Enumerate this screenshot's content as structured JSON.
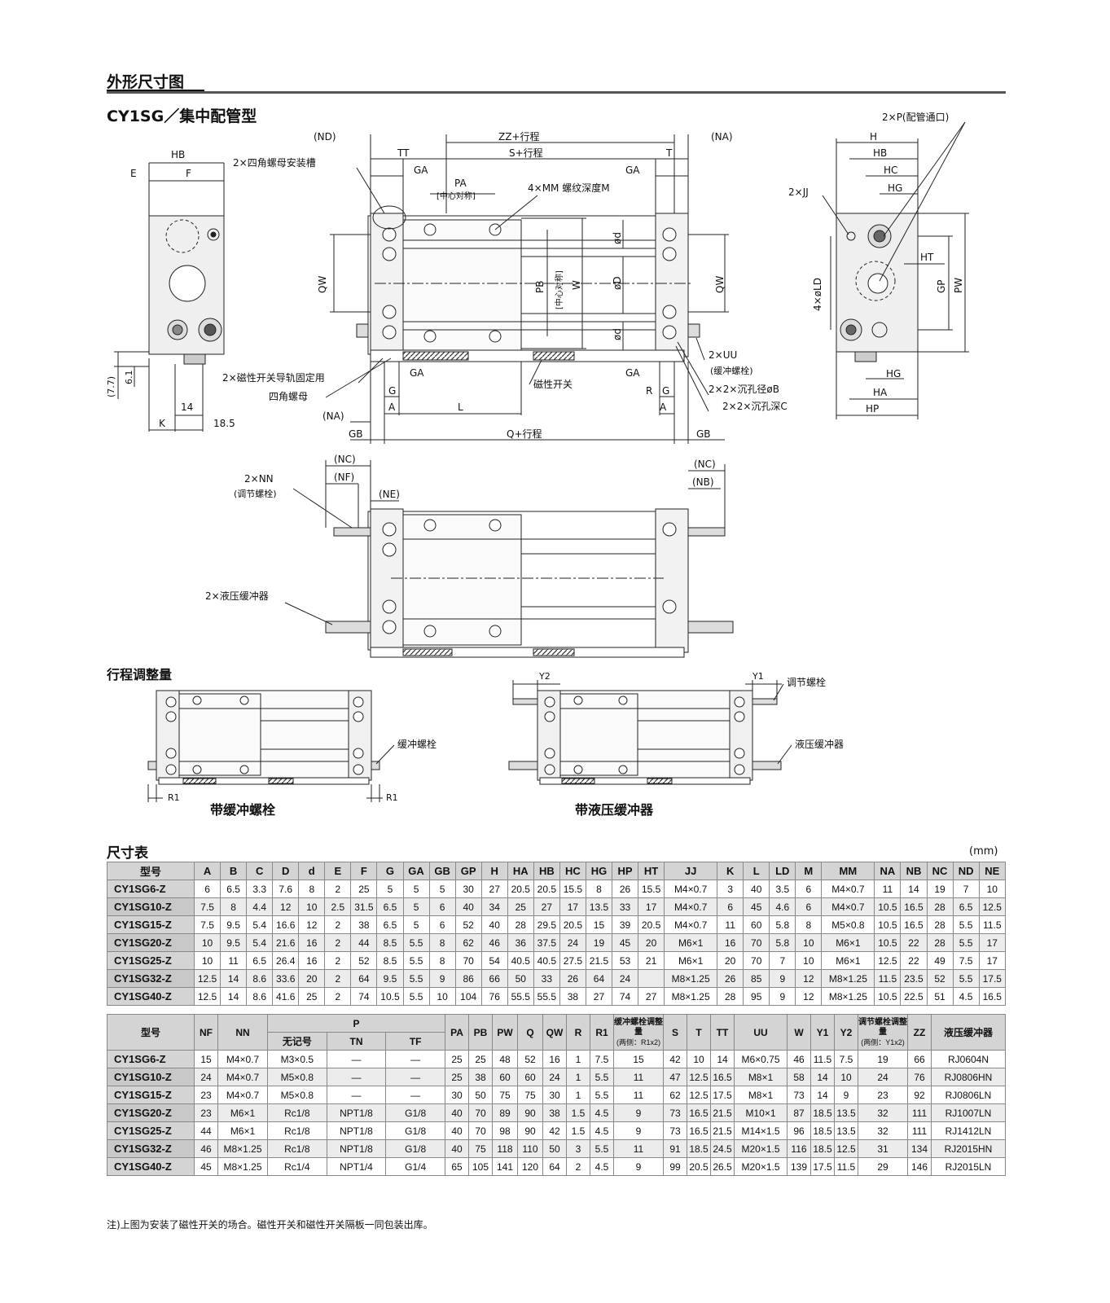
{
  "section_title": "外形尺寸图",
  "sub_title": "CY1SG／集中配管型",
  "drawing_labels": {
    "nd": "(ND)",
    "zz": "ZZ+行程",
    "na": "(NA)",
    "tt": "TT",
    "s": "S+行程",
    "t": "T",
    "ga": "GA",
    "pa": "PA",
    "pa_note": "[中心对称]",
    "mm": "4×MM 螺纹深度M",
    "hb": "HB",
    "e": "E",
    "f": "F",
    "nut_slot": "2×四角螺母安装槽",
    "qw": "QW",
    "pb": "PB",
    "pb_note": "[中心对称]",
    "w": "W",
    "od": "ød",
    "oD": "øD",
    "switch_rail": "2×磁性开关导轨固定用",
    "square_nut": "四角螺母",
    "mag_switch": "磁性开关",
    "g": "G",
    "a": "A",
    "l": "L",
    "r": "R",
    "gb": "GB",
    "q": "Q+行程",
    "uu": "2×UU",
    "uu_note": "(缓冲螺栓)",
    "ob": "2×2×沉孔径øB",
    "c": "2×2×沉孔深C",
    "h77": "(7.7)",
    "h61": "6.1",
    "d14": "14",
    "k": "K",
    "d185": "18.5",
    "p": "2×P(配管通口)",
    "h": "H",
    "hc": "HC",
    "hg": "HG",
    "jj": "2×JJ",
    "ht": "HT",
    "ld": "4×øLD",
    "gp": "GP",
    "pw": "PW",
    "ha": "HA",
    "hp": "HP",
    "nc": "(NC)",
    "nf": "(NF)",
    "ne": "(NE)",
    "nb": "(NB)",
    "nn": "2×NN",
    "nn_note": "(调节螺栓)",
    "absorber": "2×液压缓冲器",
    "y2": "Y2",
    "y1": "Y1",
    "adj_bolt": "调节螺栓",
    "cushion_bolt": "缓冲螺栓",
    "hyd_absorber": "液压缓冲器",
    "r1": "R1"
  },
  "stroke_title": "行程调整量",
  "caption_left": "带缓冲螺栓",
  "caption_right": "带液压缓冲器",
  "table_title": "尺寸表",
  "unit": "(mm)",
  "table1": {
    "headers": [
      "型号",
      "A",
      "B",
      "C",
      "D",
      "d",
      "E",
      "F",
      "G",
      "GA",
      "GB",
      "GP",
      "H",
      "HA",
      "HB",
      "HC",
      "HG",
      "HP",
      "HT",
      "JJ",
      "K",
      "L",
      "LD",
      "M",
      "MM",
      "NA",
      "NB",
      "NC",
      "ND",
      "NE"
    ],
    "rows": [
      [
        "CY1SG6-Z",
        "6",
        "6.5",
        "3.3",
        "7.6",
        "8",
        "2",
        "25",
        "5",
        "5",
        "5",
        "30",
        "27",
        "20.5",
        "20.5",
        "15.5",
        "8",
        "26",
        "15.5",
        "M4×0.7",
        "3",
        "40",
        "3.5",
        "6",
        "M4×0.7",
        "11",
        "14",
        "19",
        "7",
        "10"
      ],
      [
        "CY1SG10-Z",
        "7.5",
        "8",
        "4.4",
        "12",
        "10",
        "2.5",
        "31.5",
        "6.5",
        "5",
        "6",
        "40",
        "34",
        "25",
        "27",
        "17",
        "13.5",
        "33",
        "17",
        "M4×0.7",
        "6",
        "45",
        "4.6",
        "6",
        "M4×0.7",
        "10.5",
        "16.5",
        "28",
        "6.5",
        "12.5"
      ],
      [
        "CY1SG15-Z",
        "7.5",
        "9.5",
        "5.4",
        "16.6",
        "12",
        "2",
        "38",
        "6.5",
        "5",
        "6",
        "52",
        "40",
        "28",
        "29.5",
        "20.5",
        "15",
        "39",
        "20.5",
        "M4×0.7",
        "11",
        "60",
        "5.8",
        "8",
        "M5×0.8",
        "10.5",
        "16.5",
        "28",
        "5.5",
        "11.5"
      ],
      [
        "CY1SG20-Z",
        "10",
        "9.5",
        "5.4",
        "21.6",
        "16",
        "2",
        "44",
        "8.5",
        "5.5",
        "8",
        "62",
        "46",
        "36",
        "37.5",
        "24",
        "19",
        "45",
        "20",
        "M6×1",
        "16",
        "70",
        "5.8",
        "10",
        "M6×1",
        "10.5",
        "22",
        "28",
        "5.5",
        "17"
      ],
      [
        "CY1SG25-Z",
        "10",
        "11",
        "6.5",
        "26.4",
        "16",
        "2",
        "52",
        "8.5",
        "5.5",
        "8",
        "70",
        "54",
        "40.5",
        "40.5",
        "27.5",
        "21.5",
        "53",
        "21",
        "M6×1",
        "20",
        "70",
        "7",
        "10",
        "M6×1",
        "12.5",
        "22",
        "49",
        "7.5",
        "17"
      ],
      [
        "CY1SG32-Z",
        "12.5",
        "14",
        "8.6",
        "33.6",
        "20",
        "2",
        "64",
        "9.5",
        "5.5",
        "9",
        "86",
        "66",
        "50",
        "33",
        "26",
        "64",
        "24",
        "",
        "M8×1.25",
        "26",
        "85",
        "9",
        "12",
        "M8×1.25",
        "11.5",
        "23.5",
        "52",
        "5.5",
        "17.5"
      ],
      [
        "CY1SG40-Z",
        "12.5",
        "14",
        "8.6",
        "41.6",
        "25",
        "2",
        "74",
        "10.5",
        "5.5",
        "10",
        "104",
        "76",
        "55.5",
        "55.5",
        "38",
        "27",
        "74",
        "27",
        "M8×1.25",
        "28",
        "95",
        "9",
        "12",
        "M8×1.25",
        "10.5",
        "22.5",
        "51",
        "4.5",
        "16.5"
      ]
    ]
  },
  "table2": {
    "headers": [
      "型号",
      "NF",
      "NN",
      "P",
      "PA",
      "PB",
      "PW",
      "Q",
      "QW",
      "R",
      "R1",
      "缓冲螺栓调整量",
      "S",
      "T",
      "TT",
      "UU",
      "W",
      "Y1",
      "Y2",
      "调节螺栓调整量",
      "ZZ",
      "液压缓冲器"
    ],
    "p_sub": [
      "无记号",
      "TN",
      "TF"
    ],
    "note_cushion": "(两侧：R1x2)",
    "note_adjust": "(两侧：Y1x2)",
    "rows": [
      [
        "CY1SG6-Z",
        "15",
        "M4×0.7",
        "M3×0.5",
        "—",
        "—",
        "25",
        "25",
        "48",
        "52",
        "16",
        "1",
        "7.5",
        "15",
        "42",
        "10",
        "14",
        "M6×0.75",
        "46",
        "11.5",
        "7.5",
        "19",
        "66",
        "RJ0604N"
      ],
      [
        "CY1SG10-Z",
        "24",
        "M4×0.7",
        "M5×0.8",
        "—",
        "—",
        "25",
        "38",
        "60",
        "60",
        "24",
        "1",
        "5.5",
        "11",
        "47",
        "12.5",
        "16.5",
        "M8×1",
        "58",
        "14",
        "10",
        "24",
        "76",
        "RJ0806HN"
      ],
      [
        "CY1SG15-Z",
        "23",
        "M4×0.7",
        "M5×0.8",
        "—",
        "—",
        "30",
        "50",
        "75",
        "75",
        "30",
        "1",
        "5.5",
        "11",
        "62",
        "12.5",
        "17.5",
        "M8×1",
        "73",
        "14",
        "9",
        "23",
        "92",
        "RJ0806LN"
      ],
      [
        "CY1SG20-Z",
        "23",
        "M6×1",
        "Rc1/8",
        "NPT1/8",
        "G1/8",
        "40",
        "70",
        "89",
        "90",
        "38",
        "1.5",
        "4.5",
        "9",
        "73",
        "16.5",
        "21.5",
        "M10×1",
        "87",
        "18.5",
        "13.5",
        "32",
        "111",
        "RJ1007LN"
      ],
      [
        "CY1SG25-Z",
        "44",
        "M6×1",
        "Rc1/8",
        "NPT1/8",
        "G1/8",
        "40",
        "70",
        "98",
        "90",
        "42",
        "1.5",
        "4.5",
        "9",
        "73",
        "16.5",
        "21.5",
        "M14×1.5",
        "96",
        "18.5",
        "13.5",
        "32",
        "111",
        "RJ1412LN"
      ],
      [
        "CY1SG32-Z",
        "46",
        "M8×1.25",
        "Rc1/8",
        "NPT1/8",
        "G1/8",
        "40",
        "75",
        "118",
        "110",
        "50",
        "3",
        "5.5",
        "11",
        "91",
        "18.5",
        "24.5",
        "M20×1.5",
        "116",
        "18.5",
        "12.5",
        "31",
        "134",
        "RJ2015HN"
      ],
      [
        "CY1SG40-Z",
        "45",
        "M8×1.25",
        "Rc1/4",
        "NPT1/4",
        "G1/4",
        "65",
        "105",
        "141",
        "120",
        "64",
        "2",
        "4.5",
        "9",
        "99",
        "20.5",
        "26.5",
        "M20×1.5",
        "139",
        "17.5",
        "11.5",
        "29",
        "146",
        "RJ2015LN"
      ]
    ]
  },
  "note": "注)上图为安装了磁性开关的场合。磁性开关和磁性开关隔板一同包装出库。"
}
